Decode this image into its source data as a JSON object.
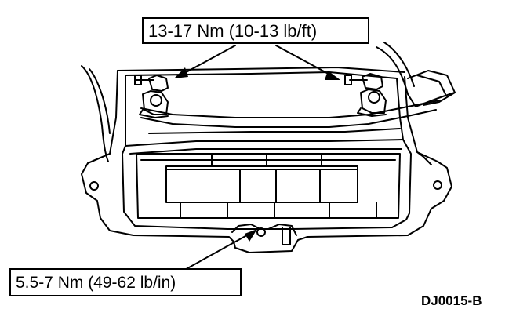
{
  "callouts": {
    "top_torque": "13-17 Nm (10-13 lb/ft)",
    "bottom_torque": "5.5-7 Nm (49-62 lb/in)"
  },
  "figure_id": "DJ0015-B",
  "colors": {
    "line": "#000000",
    "background": "#ffffff"
  }
}
